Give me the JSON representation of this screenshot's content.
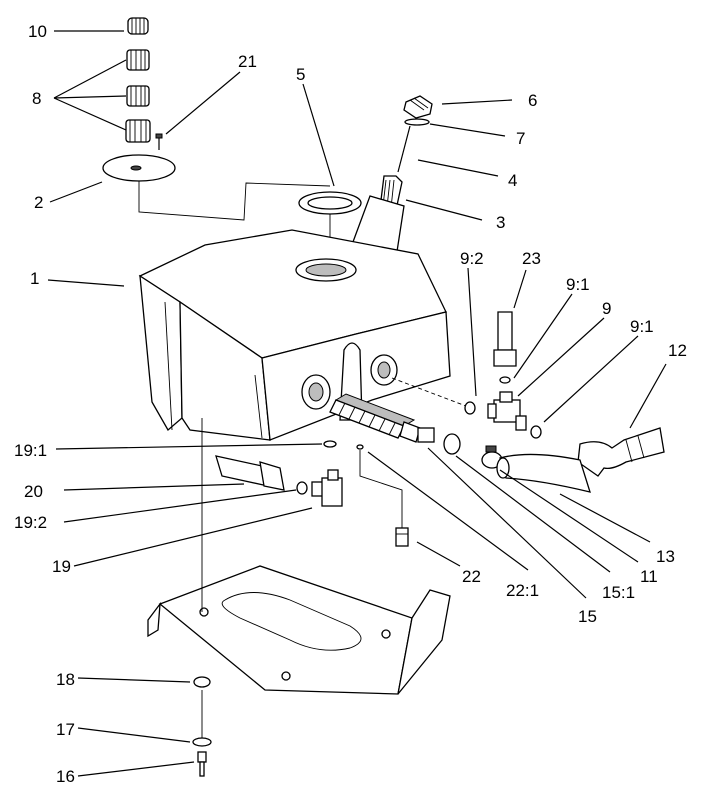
{
  "labels": {
    "p1": "1",
    "p2": "2",
    "p3": "3",
    "p4": "4",
    "p5": "5",
    "p6": "6",
    "p7": "7",
    "p8": "8",
    "p9": "9",
    "p9_1a": "9:1",
    "p9_1b": "9:1",
    "p9_2": "9:2",
    "p10": "10",
    "p11": "11",
    "p12": "12",
    "p13": "13",
    "p15": "15",
    "p15_1": "15:1",
    "p16": "16",
    "p17": "17",
    "p18": "18",
    "p19": "19",
    "p19_1": "19:1",
    "p19_2": "19:2",
    "p20": "20",
    "p21": "21",
    "p22": "22",
    "p22_1": "22:1",
    "p23": "23"
  }
}
